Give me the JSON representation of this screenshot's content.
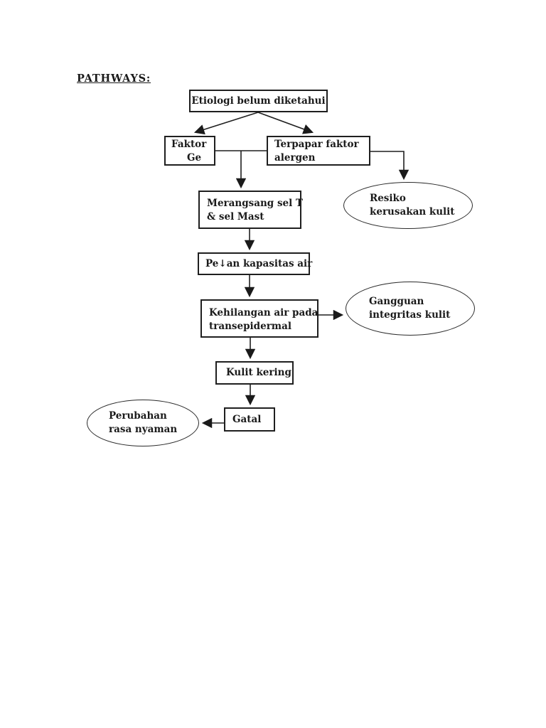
{
  "page": {
    "title": "PATHWAYS:"
  },
  "colors": {
    "ink": "#1a1a1a",
    "line": "#1f1f1f",
    "background": "#ffffff"
  },
  "nodes": {
    "etiologi": {
      "lines": [
        "Etiologi belum diketahui"
      ]
    },
    "faktor_gen": {
      "lines": [
        "Faktor",
        "Ge"
      ]
    },
    "terpapar_alergen": {
      "lines": [
        "Terpapar faktor",
        "alergen"
      ]
    },
    "resiko_kerusakan_kulit": {
      "lines": [
        "Resiko",
        "kerusakan kulit"
      ]
    },
    "merangsang_sel": {
      "lines": [
        "Merangsang sel T",
        "& sel Mast"
      ]
    },
    "penurunan_kapasitas_air": {
      "lines": [
        "Pe↓an kapasitas air"
      ]
    },
    "kehilangan_air": {
      "lines": [
        "Kehilangan air pada",
        "transepidermal"
      ]
    },
    "gangguan_integritas_kulit": {
      "lines": [
        "Gangguan",
        "integritas kulit"
      ]
    },
    "kulit_kering": {
      "lines": [
        "Kulit kering"
      ]
    },
    "gatal": {
      "lines": [
        "Gatal"
      ]
    },
    "perubahan_rasa_nyaman": {
      "lines": [
        "Perubahan",
        "rasa nyaman"
      ]
    }
  }
}
